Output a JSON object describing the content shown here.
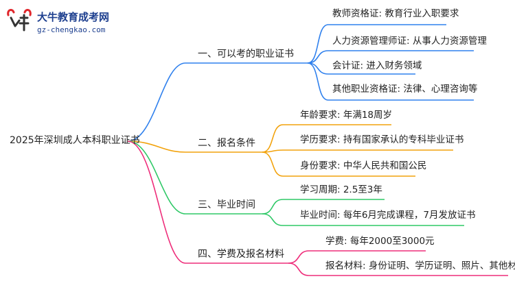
{
  "logo": {
    "title": "大牛教育成考网",
    "url": "gz-chengkao.com"
  },
  "root": "2025年深圳成人本科职业证书",
  "branches": [
    {
      "label": "一、可以考的职业证书",
      "color": "#2f80ed",
      "leaves": [
        "教师资格证: 教育行业入职要求",
        "人力资源管理师证: 从事人力资源管理",
        "会计证: 进入财务领域",
        "其他职业资格证: 法律、心理咨询等"
      ]
    },
    {
      "label": "二、报名条件",
      "color": "#f2a20c",
      "leaves": [
        "年龄要求: 年满18周岁",
        "学历要求: 持有国家承认的专科毕业证书",
        "身份要求: 中华人民共和国公民"
      ]
    },
    {
      "label": "三、毕业时间",
      "color": "#2ec866",
      "leaves": [
        "学习周期: 2.5至3年",
        "毕业时间: 每年6月完成课程，7月发放证书"
      ]
    },
    {
      "label": "四、学费及报名材料",
      "color": "#ee2d7a",
      "leaves": [
        "学费: 每年2000至3000元",
        "报名材料: 身份证明、学历证明、照片、其他材料"
      ]
    }
  ]
}
